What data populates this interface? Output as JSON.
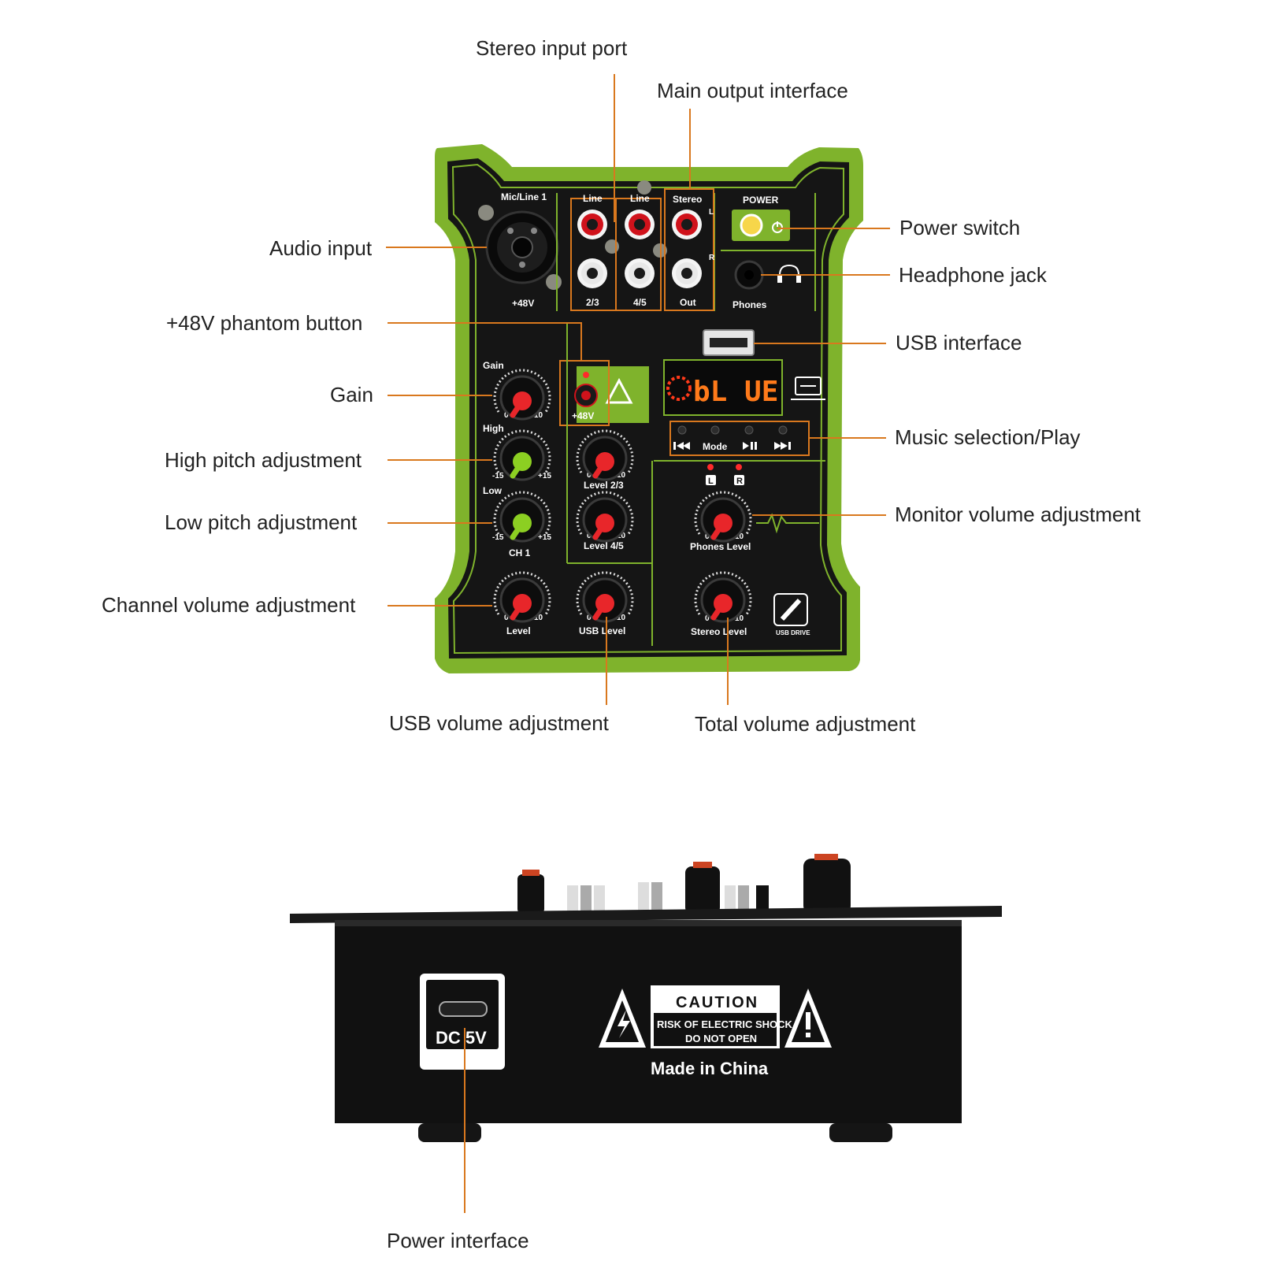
{
  "callouts": {
    "stereo_input_port": "Stereo input port",
    "main_output_interface": "Main output interface",
    "audio_input": "Audio input",
    "power_switch": "Power switch",
    "headphone_jack": "Headphone jack",
    "phantom_button": "+48V phantom button",
    "usb_interface": "USB interface",
    "gain": "Gain",
    "music_selection": "Music selection/Play",
    "high_pitch": "High pitch adjustment",
    "low_pitch": "Low pitch adjustment",
    "monitor_volume": "Monitor volume adjustment",
    "channel_volume": "Channel volume adjustment",
    "usb_volume": "USB volume adjustment",
    "total_volume": "Total volume adjustment",
    "power_interface": "Power interface"
  },
  "panel": {
    "mic_line": "Mic/Line 1",
    "plus48": "+48V",
    "line_a": "Line",
    "line_b": "Line",
    "stereo": "Stereo",
    "power": "POWER",
    "l": "L",
    "r": "R",
    "in23": "2/3",
    "in45": "4/5",
    "out": "Out",
    "phones": "Phones",
    "gain": "Gain",
    "gain_min": "0",
    "gain_max": "10",
    "high": "High",
    "eq_min": "-15",
    "eq_max": "+15",
    "low": "Low",
    "ch1": "CH 1",
    "level": "Level",
    "level23": "Level 2/3",
    "level45": "Level 4/5",
    "usb_level": "USB Level",
    "phones_level": "Phones Level",
    "stereo_level": "Stereo Level",
    "phantom_label": "+48V",
    "display": "bL UE",
    "mode": "Mode",
    "lr_l": "L",
    "lr_r": "R",
    "usb_drive": "USB DRIVE",
    "knob_min": "0",
    "knob_max": "10"
  },
  "back": {
    "dc": "DC 5V",
    "caution": "CAUTION",
    "shock": "RISK OF ELECTRIC SHOCK",
    "noopen": "DO NOT OPEN",
    "made": "Made in China"
  },
  "colors": {
    "leader": "#d9781e",
    "panel_green": "#7fb32c",
    "knob_red": "#e8262a",
    "knob_green": "#8ccf22"
  }
}
